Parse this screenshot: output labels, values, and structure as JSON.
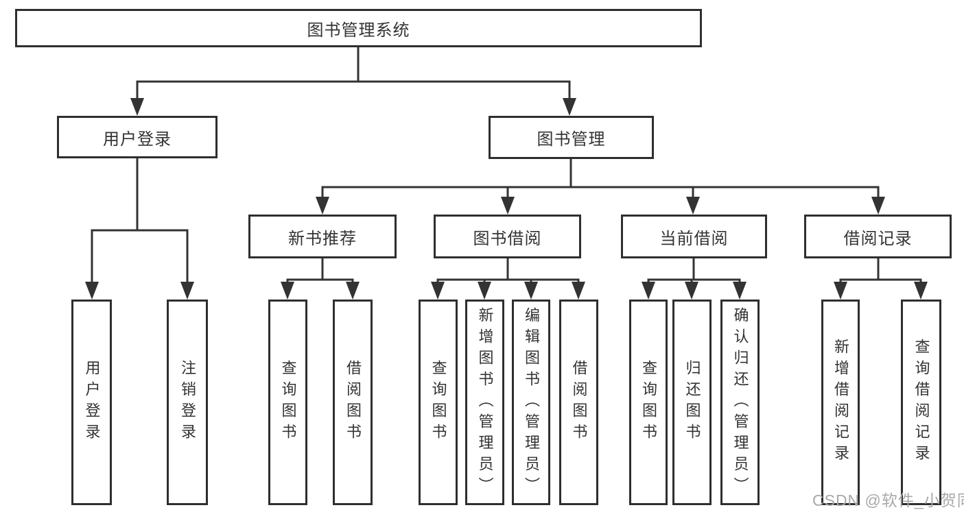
{
  "tree": {
    "root": {
      "label": "图书管理系统",
      "children": [
        {
          "label": "用户登录",
          "children": [
            {
              "label": "用户登录"
            },
            {
              "label": "注销登录"
            }
          ]
        },
        {
          "label": "图书管理",
          "children": [
            {
              "label": "新书推荐",
              "children": [
                {
                  "label": "查询图书"
                },
                {
                  "label": "借阅图书"
                }
              ]
            },
            {
              "label": "图书借阅",
              "children": [
                {
                  "label": "查询图书"
                },
                {
                  "label": "新增图书（管理员）"
                },
                {
                  "label": "编辑图书（管理员）"
                },
                {
                  "label": "借阅图书"
                }
              ]
            },
            {
              "label": "当前借阅",
              "children": [
                {
                  "label": "查询图书"
                },
                {
                  "label": "归还图书"
                },
                {
                  "label": "确认归还（管理员）"
                }
              ]
            },
            {
              "label": "借阅记录",
              "children": [
                {
                  "label": "新增借阅记录"
                },
                {
                  "label": "查询借阅记录"
                }
              ]
            }
          ]
        }
      ]
    }
  },
  "colors": {
    "line": "#333333",
    "border": "#2e2e2e",
    "watermark_text": "#a8a8a8"
  },
  "watermark": {
    "text": "CSDN @软件_小贺同学"
  }
}
